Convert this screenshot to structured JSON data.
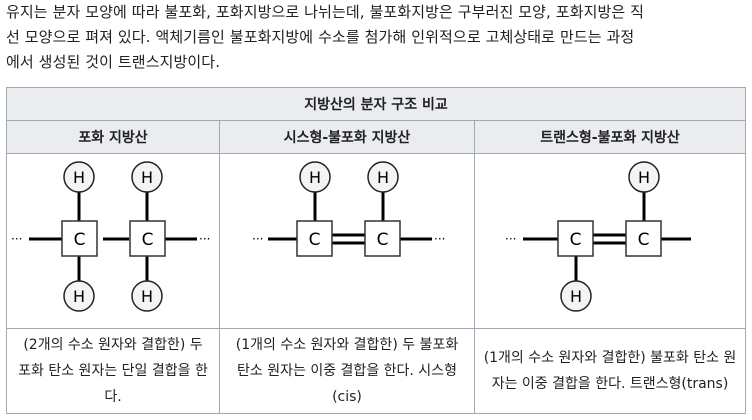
{
  "intro": {
    "line1": "유지는 분자 모양에 따라 불포화, 포화지방으로 나뉘는데, 불포화지방은 구부러진 모양, 포화지방은 직",
    "line2": "선 모양으로 펴져 있다. 액체기름인 불포화지방에 수소를 첨가해 인위적으로 고체상태로 만드는 과정",
    "line3": "에서 생성된 것이 트랜스지방이다."
  },
  "table": {
    "caption": "지방산의 분자 구조 비교",
    "headers": [
      "포화 지방산",
      "시스형-불포화 지방산",
      "트랜스형-불포화 지방산"
    ],
    "atoms": {
      "hydrogen": "H",
      "carbon": "C"
    },
    "descriptions": [
      "(2개의 수소 원자와 결합한) 두 포화 탄소 원자는 단일 결합을 한다.",
      "(1개의 수소 원자와 결합한) 두 불포화 탄소 원자는 이중 결합을 한다. 시스형(cis)",
      "(1개의 수소 원자와 결합한) 불포화 탄소 원자는 이중 결합을 한다. 트랜스형(trans)"
    ]
  },
  "colors": {
    "header_bg": "#eaecf0",
    "border": "#a2a9b1",
    "bond": "#000000"
  }
}
